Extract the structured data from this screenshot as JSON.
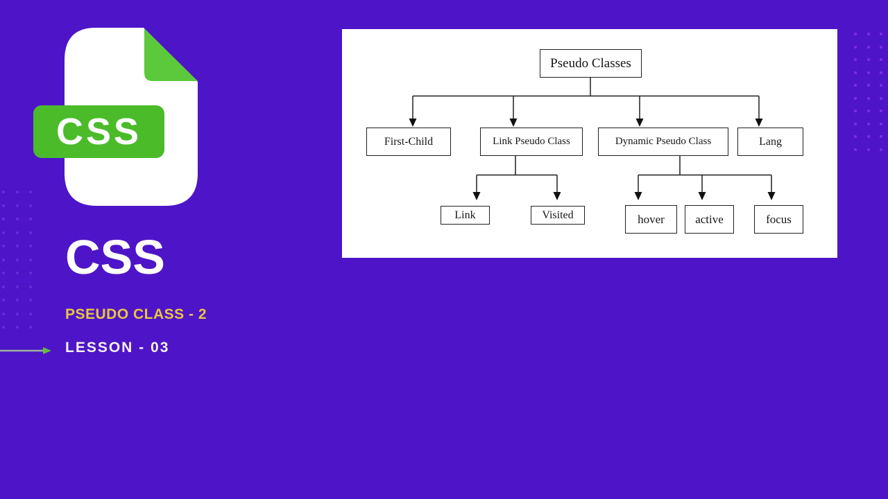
{
  "theme": {
    "background": "#4E14C8",
    "badge_green": "#4BBB2A",
    "fold_green": "#5BC93B",
    "accent_yellow": "#E8C73E",
    "panel_white": "#FFFFFF",
    "diagram_line": "#1F1F1F",
    "arrow_line": "#9FB39E",
    "arrow_head": "#66BE3C"
  },
  "branding": {
    "file_badge_label": "CSS",
    "title": "CSS",
    "subtitle": "PSEUDO CLASS - 2",
    "lesson_label": "LESSON - 03"
  },
  "diagram": {
    "root": "Pseudo Classes",
    "branches": [
      {
        "label": "First-Child",
        "children": []
      },
      {
        "label": "Link Pseudo Class",
        "children": [
          "Link",
          "Visited"
        ]
      },
      {
        "label": "Dynamic Pseudo Class",
        "children": [
          "hover",
          "active",
          "focus"
        ]
      },
      {
        "label": "Lang",
        "children": []
      }
    ]
  }
}
